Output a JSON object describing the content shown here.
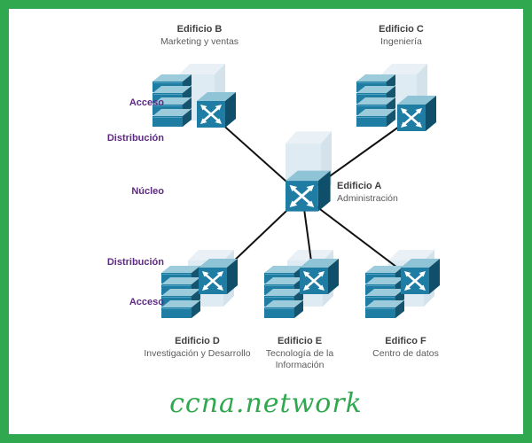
{
  "diagram": {
    "watermark": "ccna.network",
    "layers": [
      {
        "label": "Acceso"
      },
      {
        "label": "Distribución"
      },
      {
        "label": "Núcleo"
      },
      {
        "label": "Distribución"
      },
      {
        "label": "Acceso"
      }
    ],
    "sites": [
      {
        "id": "B",
        "title": "Edificio B",
        "subtitle": "Marketing y ventas"
      },
      {
        "id": "C",
        "title": "Edificio C",
        "subtitle": "Ingeniería"
      },
      {
        "id": "A",
        "title": "Edificio A",
        "subtitle": "Administración"
      },
      {
        "id": "D",
        "title": "Edificio D",
        "subtitle": "Investigación y Desarrollo"
      },
      {
        "id": "E",
        "title": "Edificio E",
        "subtitle": "Tecnología de la Información"
      },
      {
        "id": "F",
        "title": "Edifico F",
        "subtitle": "Centro de datos"
      }
    ],
    "colors": {
      "frame_green": "#2fa84f",
      "layer_purple": "#5f2a84",
      "switch_blue": "#1f7ca3",
      "switch_side": "#14546f",
      "switch_top": "#9ccbdc",
      "ghost_fill": "#dfebf2",
      "link_line": "#111111",
      "watermark_green": "#2fa84f"
    }
  }
}
